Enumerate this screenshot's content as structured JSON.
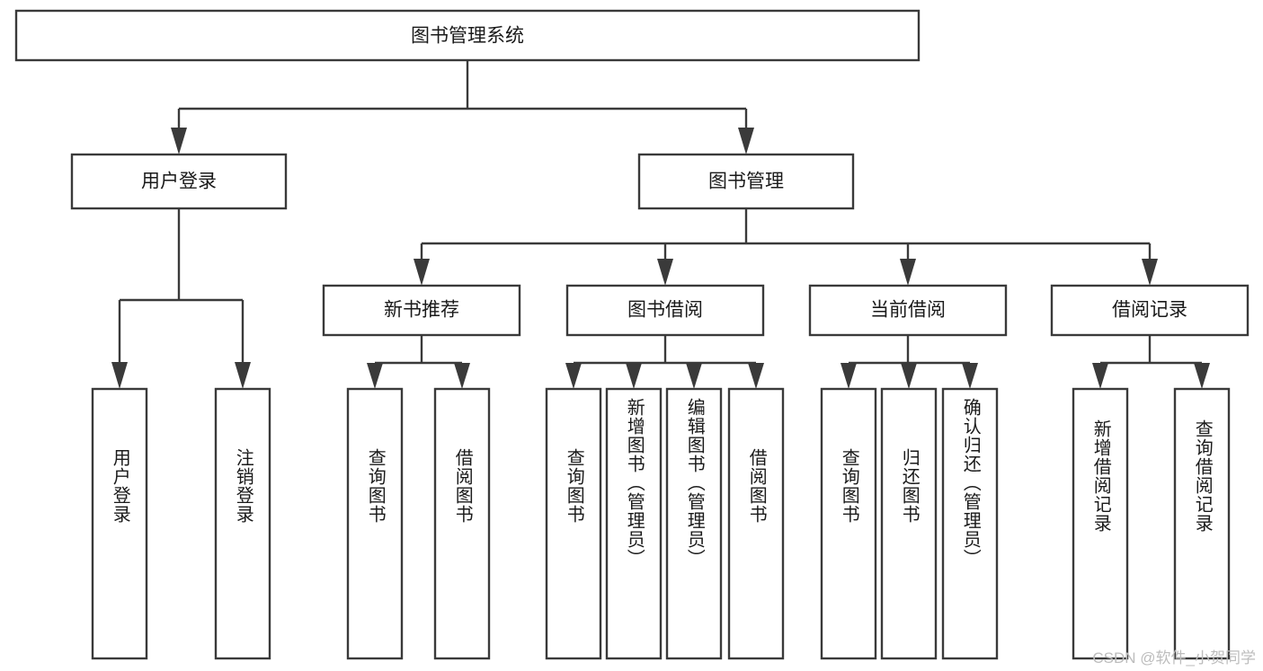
{
  "diagram": {
    "type": "tree-hierarchy",
    "orientation": "top-down",
    "root": {
      "id": "root",
      "label": "图书管理系统"
    },
    "level2": [
      {
        "id": "user-login",
        "label": "用户登录"
      },
      {
        "id": "book-management",
        "label": "图书管理"
      }
    ],
    "level3": [
      {
        "id": "new-book-recommend",
        "label": "新书推荐",
        "parent": "book-management"
      },
      {
        "id": "book-borrow",
        "label": "图书借阅",
        "parent": "book-management"
      },
      {
        "id": "current-borrow",
        "label": "当前借阅",
        "parent": "book-management"
      },
      {
        "id": "borrow-record",
        "label": "借阅记录",
        "parent": "book-management"
      }
    ],
    "leaves": [
      {
        "id": "leaf-user-login",
        "label": "用户登录",
        "parent": "user-login"
      },
      {
        "id": "leaf-user-logout",
        "label": "注销登录",
        "parent": "user-login"
      },
      {
        "id": "leaf-query-book-1",
        "label": "查询图书",
        "parent": "new-book-recommend"
      },
      {
        "id": "leaf-borrow-book-1",
        "label": "借阅图书",
        "parent": "new-book-recommend"
      },
      {
        "id": "leaf-query-book-2",
        "label": "查询图书",
        "parent": "book-borrow"
      },
      {
        "id": "leaf-add-book",
        "label": "新增图书（管理员）",
        "parent": "book-borrow"
      },
      {
        "id": "leaf-edit-book",
        "label": "编辑图书（管理员）",
        "parent": "book-borrow"
      },
      {
        "id": "leaf-borrow-book-2",
        "label": "借阅图书",
        "parent": "book-borrow"
      },
      {
        "id": "leaf-query-book-3",
        "label": "查询图书",
        "parent": "current-borrow"
      },
      {
        "id": "leaf-return-book",
        "label": "归还图书",
        "parent": "current-borrow"
      },
      {
        "id": "leaf-confirm-return",
        "label": "确认归还（管理员）",
        "parent": "current-borrow"
      },
      {
        "id": "leaf-add-record",
        "label": "新增借阅记录",
        "parent": "borrow-record"
      },
      {
        "id": "leaf-query-record",
        "label": "查询借阅记录",
        "parent": "borrow-record"
      }
    ],
    "colors": {
      "box_fill": "#ffffff",
      "box_stroke": "#3a3a3a",
      "text": "#1a1a1a",
      "background": "#ffffff",
      "watermark": "#bdbdbd"
    }
  },
  "watermark": {
    "text": "CSDN @软件_小贺同学"
  }
}
